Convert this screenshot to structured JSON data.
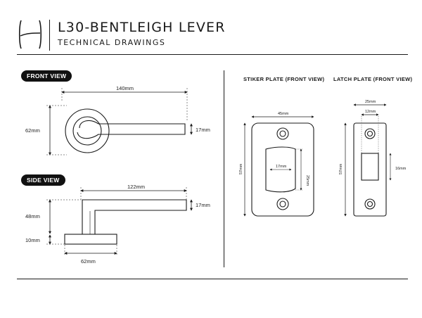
{
  "header": {
    "title": "L30-BENTLEIGH LEVER",
    "subtitle": "TECHNICAL DRAWINGS"
  },
  "front_view": {
    "label": "FRONT VIEW",
    "width_dim": "140mm",
    "height_dim": "62mm",
    "lever_dim": "17mm"
  },
  "side_view": {
    "label": "SIDE VIEW",
    "length_dim": "122mm",
    "lever_dim": "17mm",
    "height_dim": "48mm",
    "rose_dim": "10mm",
    "base_dim": "62mm"
  },
  "striker_plate": {
    "label": "STIKER PLATE (FRONT VIEW)",
    "width_dim": "45mm",
    "height_dim": "57mm",
    "inner_width_dim": "17mm",
    "inner_height_dim": "25mm"
  },
  "latch_plate": {
    "label": "LATCH PLATE (FRONT VIEW)",
    "width_dim": "25mm",
    "inner_width_dim": "12mm",
    "height_dim": "57mm",
    "inner_height_dim": "16mm"
  },
  "colors": {
    "ink": "#1a1a1a",
    "pill_bg": "#111111",
    "background": "#ffffff"
  }
}
